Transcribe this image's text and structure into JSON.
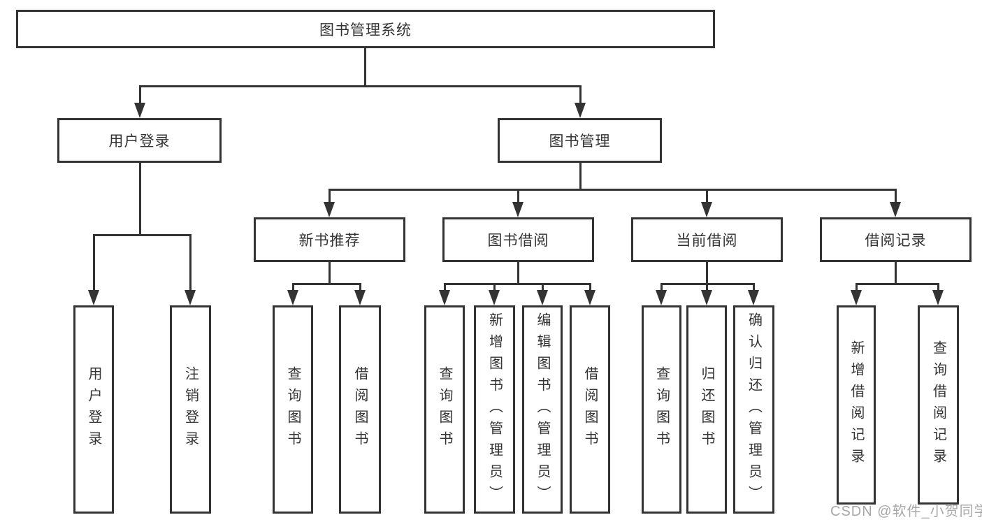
{
  "colors": {
    "line": "#333333",
    "box_border": "#333333",
    "text": "#333333",
    "watermark": "#9e9e9e",
    "background": "#ffffff"
  },
  "watermark": {
    "text": "CSDN @软件_小贺同学"
  },
  "tree": {
    "label": "图书管理系统",
    "children": [
      {
        "label": "用户登录",
        "children": [
          {
            "label": "用户登录"
          },
          {
            "label": "注销登录"
          }
        ]
      },
      {
        "label": "图书管理",
        "children": [
          {
            "label": "新书推荐",
            "children": [
              {
                "label": "查询图书"
              },
              {
                "label": "借阅图书"
              }
            ]
          },
          {
            "label": "图书借阅",
            "children": [
              {
                "label": "查询图书"
              },
              {
                "label": "新增图书（管理员）"
              },
              {
                "label": "编辑图书（管理员）"
              },
              {
                "label": "借阅图书"
              }
            ]
          },
          {
            "label": "当前借阅",
            "children": [
              {
                "label": "查询图书"
              },
              {
                "label": "归还图书"
              },
              {
                "label": "确认归还（管理员）"
              }
            ]
          },
          {
            "label": "借阅记录",
            "children": [
              {
                "label": "新增借阅记录"
              },
              {
                "label": "查询借阅记录"
              }
            ]
          }
        ]
      }
    ]
  }
}
